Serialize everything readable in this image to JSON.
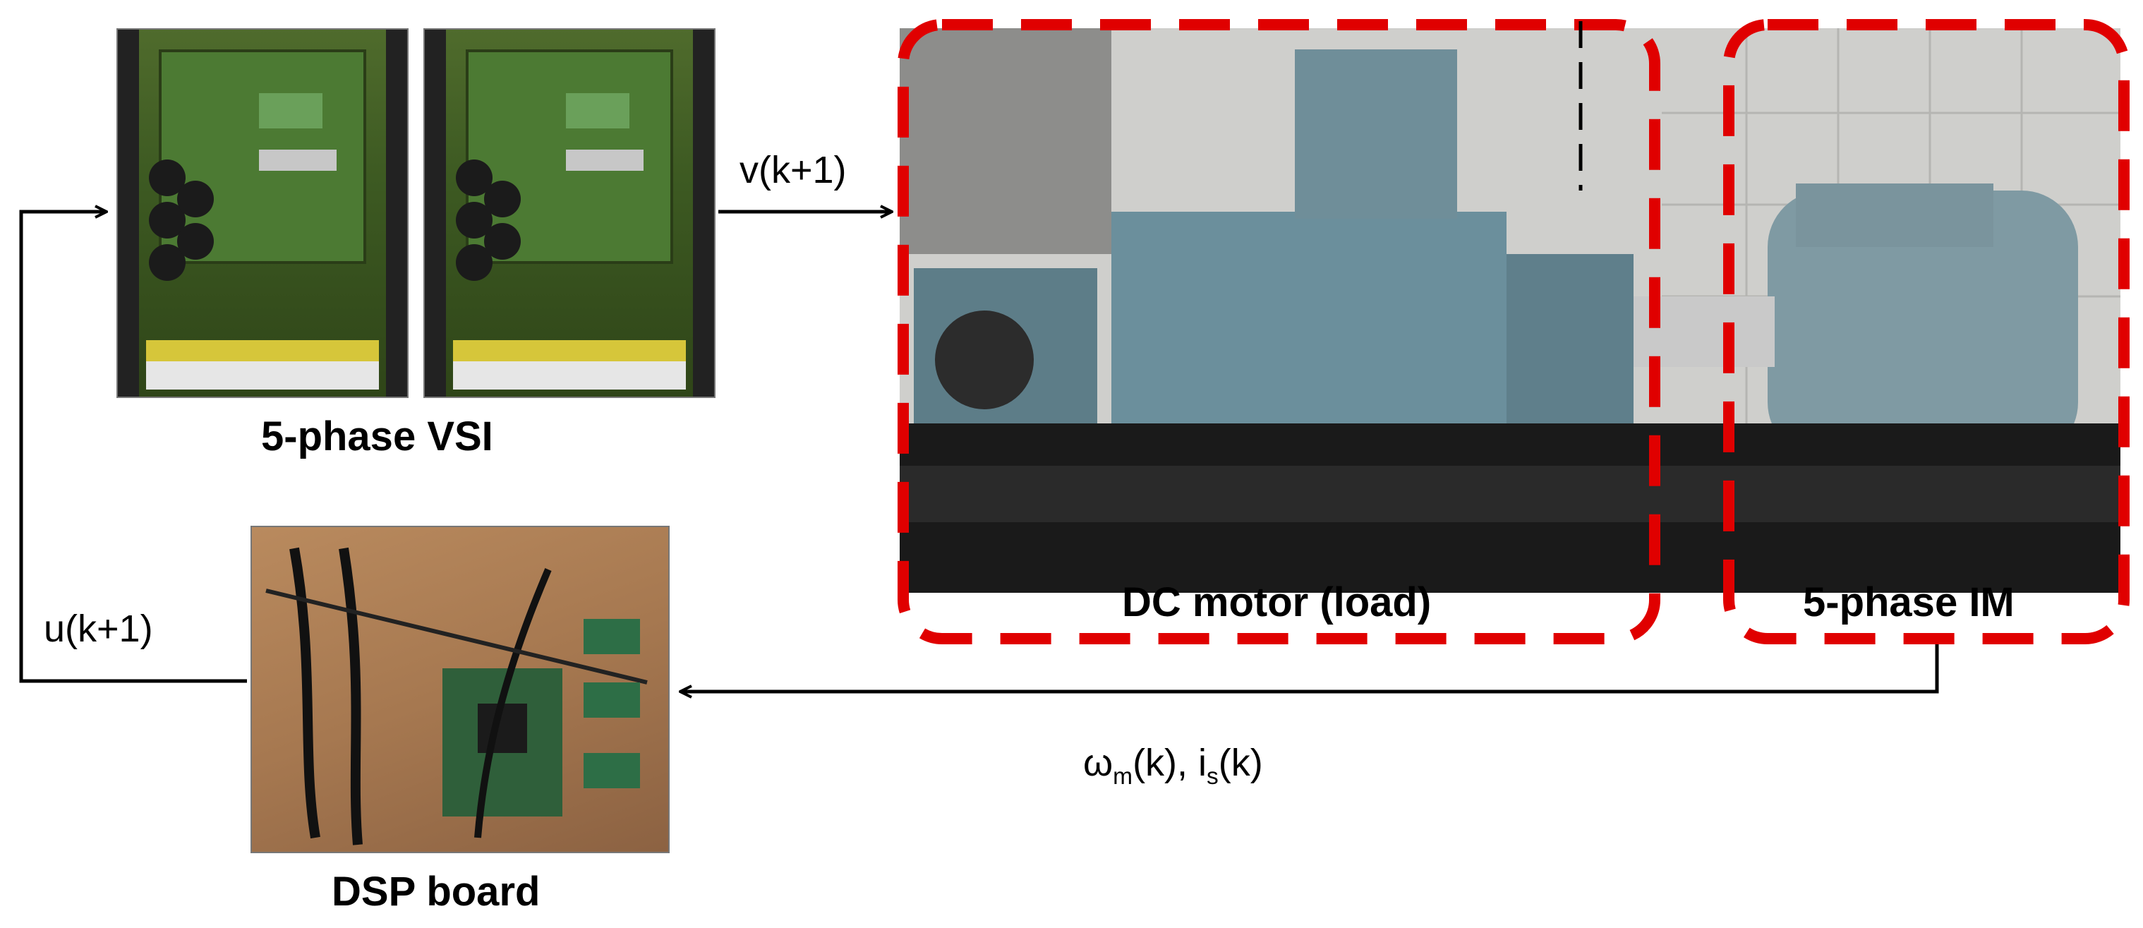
{
  "labels": {
    "vsi": "5-phase VSI",
    "dsp": "DSP board",
    "dc_motor": "DC motor (load)",
    "im": "5-phase IM"
  },
  "signals": {
    "v_next": "v(k+1)",
    "u_next": "u(k+1)",
    "omega_base": "ω",
    "omega_sub": "m",
    "omega_arg": "(k), i",
    "current_sub": "s",
    "current_arg": "(k)"
  },
  "colors": {
    "highlight_dash": "#e00000",
    "arrow": "#000000"
  }
}
